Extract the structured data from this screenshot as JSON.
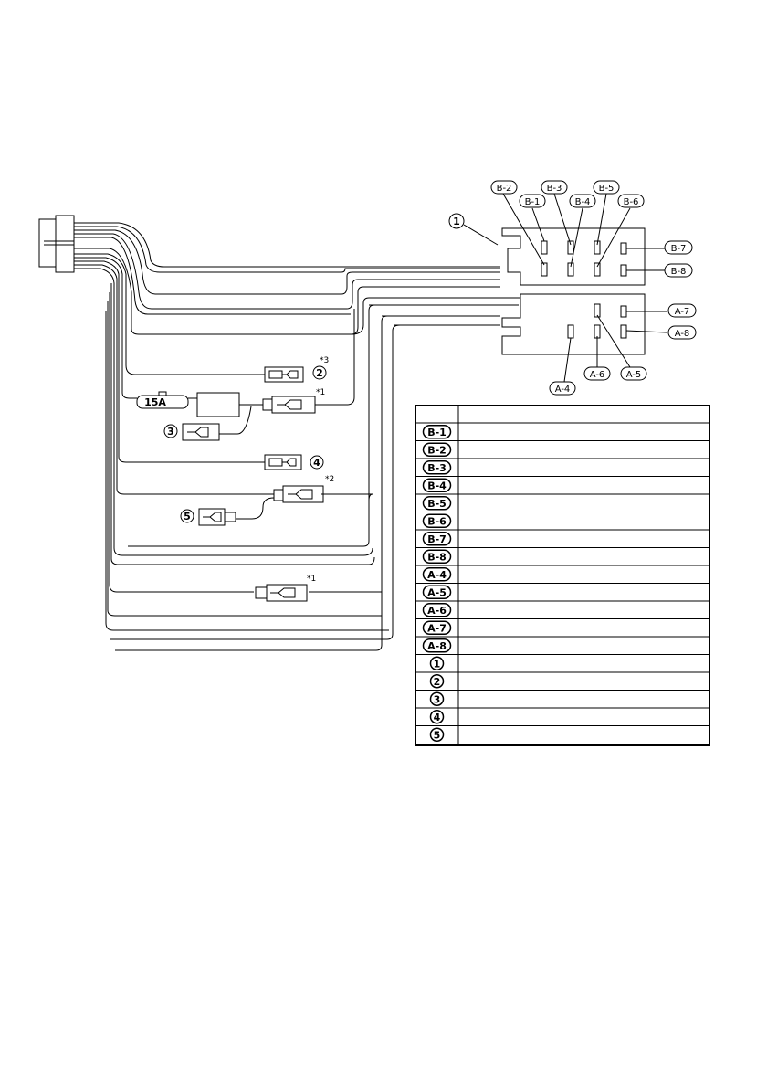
{
  "pin_labels": {
    "b1": "B-1",
    "b2": "B-2",
    "b3": "B-3",
    "b4": "B-4",
    "b5": "B-5",
    "b6": "B-6",
    "b7": "B-7",
    "b8": "B-8",
    "a4": "A-4",
    "a5": "A-5",
    "a6": "A-6",
    "a7": "A-7",
    "a8": "A-8"
  },
  "connector_numbers": {
    "c1": "1",
    "c2": "2",
    "c3": "3",
    "c4": "4",
    "c5": "5"
  },
  "fuse_rating": "15A",
  "notes": {
    "n3": "*3",
    "n1a": "*1",
    "n2": "*2",
    "n1b": "*1"
  },
  "table": {
    "rows": [
      "B-1",
      "B-2",
      "B-3",
      "B-4",
      "B-5",
      "B-6",
      "B-7",
      "B-8",
      "A-4",
      "A-5",
      "A-6",
      "A-7",
      "A-8",
      "1",
      "2",
      "3",
      "4",
      "5"
    ]
  }
}
